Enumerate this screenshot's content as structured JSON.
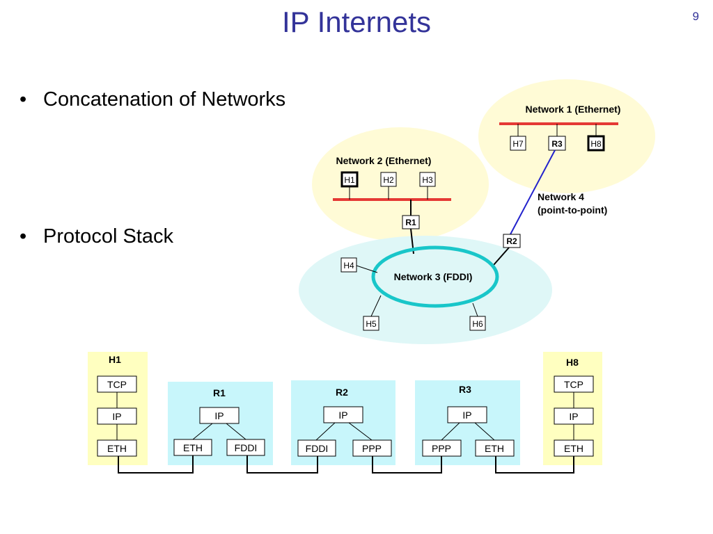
{
  "slide": {
    "title": "IP Internets",
    "page_number": "9",
    "bullets": [
      "Concatenation of Networks",
      "Protocol Stack"
    ]
  },
  "colors": {
    "title": "#333399",
    "ethernet_bg": "#fffbd6",
    "fddi_bg": "#dff7f7",
    "ethernet_line": "#e53935",
    "fddi_ring": "#19c6c9",
    "p2p_link": "#2222cc",
    "stack_host_bg": "#ffffc0",
    "stack_router_bg": "#c8f6fb"
  },
  "network": {
    "net1_label": "Network 1 (Ethernet)",
    "net2_label": "Network 2 (Ethernet)",
    "net3_label": "Network 3 (FDDI)",
    "net4_label_line1": "Network 4",
    "net4_label_line2": "(point-to-point)",
    "nodes": {
      "h1": "H1",
      "h2": "H2",
      "h3": "H3",
      "h4": "H4",
      "h5": "H5",
      "h6": "H6",
      "h7": "H7",
      "h8": "H8",
      "r1": "R1",
      "r2": "R2",
      "r3": "R3"
    }
  },
  "stacks": {
    "h1": {
      "title": "H1",
      "layers": [
        "TCP",
        "IP",
        "ETH"
      ]
    },
    "r1": {
      "title": "R1",
      "top": "IP",
      "left": "ETH",
      "right": "FDDI"
    },
    "r2": {
      "title": "R2",
      "top": "IP",
      "left": "FDDI",
      "right": "PPP"
    },
    "r3": {
      "title": "R3",
      "top": "IP",
      "left": "PPP",
      "right": "ETH"
    },
    "h8": {
      "title": "H8",
      "layers": [
        "TCP",
        "IP",
        "ETH"
      ]
    }
  }
}
